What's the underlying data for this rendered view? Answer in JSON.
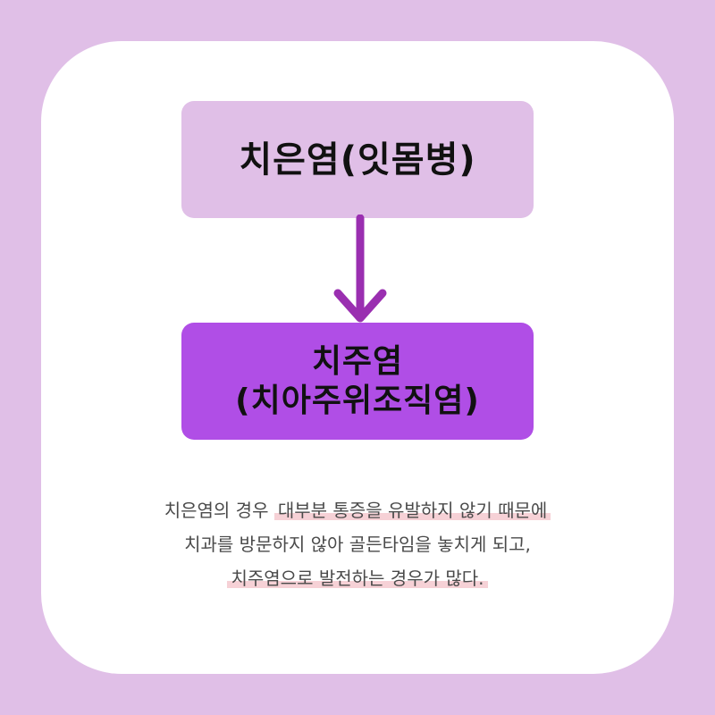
{
  "diagram": {
    "top_box": {
      "label": "치은염(잇몸병)"
    },
    "bottom_box": {
      "line1": "치주염",
      "line2": "(치아주위조직염)"
    },
    "caption": {
      "line1_plain": "치은염의 경우 ",
      "line1_highlight": "대부분 통증을 유발하지 않기 때문에",
      "line2_plain": "치과를 방문하지 않아 골든타임을 놓치게 되고,",
      "line3_highlight": "치주염으로 발전하는 경우가 많다."
    },
    "colors": {
      "background": "#e0bfe7",
      "card": "#ffffff",
      "top_box": "#e0bfe7",
      "bottom_box": "#b04ee6",
      "arrow": "#9a2fb0",
      "highlight": "#f6d1d6"
    }
  }
}
